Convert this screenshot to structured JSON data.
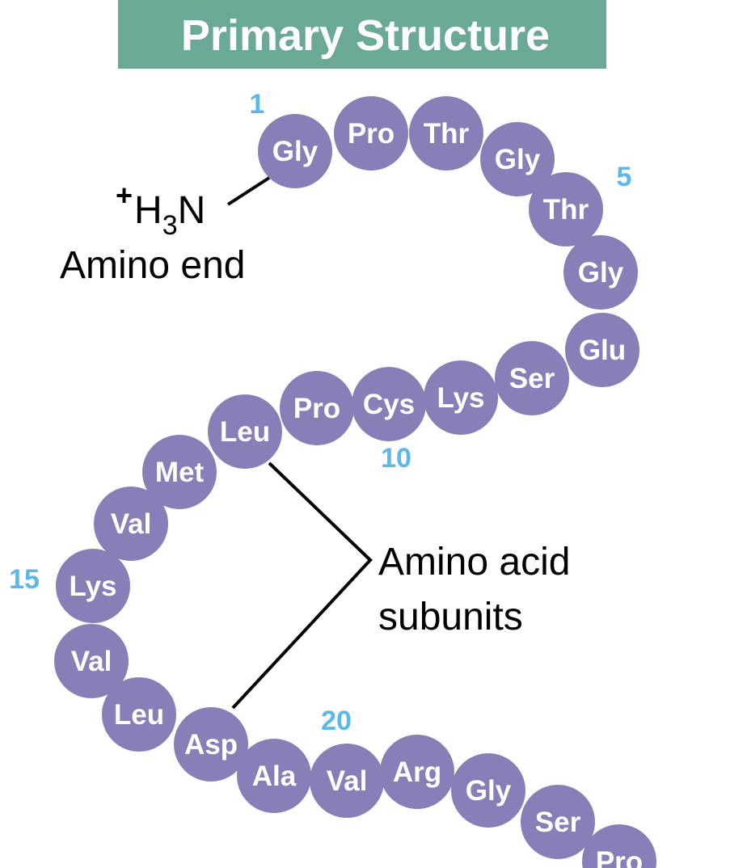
{
  "title": "Primary Structure",
  "colors": {
    "title_bg": "#6aa898",
    "bead": "#8780b8",
    "bead_text": "#ffffff",
    "position_number": "#5bb8ea",
    "line": "#000000"
  },
  "amino_end": {
    "charge": "+",
    "h": "H",
    "subscript": "3",
    "n": "N",
    "label": "Amino end"
  },
  "subunits_label": {
    "line1": "Amino acid",
    "line2": "subunits"
  },
  "residues": [
    "Gly",
    "Pro",
    "Thr",
    "Gly",
    "Thr",
    "Gly",
    "Glu",
    "Ser",
    "Lys",
    "Cys",
    "Pro",
    "Leu",
    "Met",
    "Val",
    "Lys",
    "Val",
    "Leu",
    "Asp",
    "Ala",
    "Val",
    "Arg",
    "Gly",
    "Ser",
    "Pro"
  ],
  "position_numbers": [
    "1",
    "5",
    "10",
    "15",
    "20"
  ]
}
